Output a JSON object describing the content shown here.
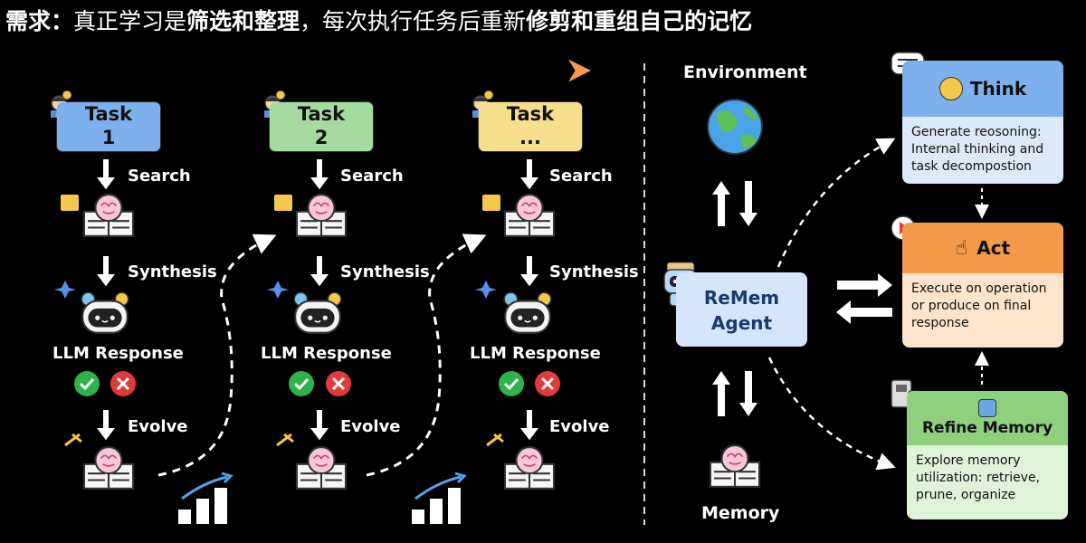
{
  "title": {
    "prefix": "需求：",
    "part1": "真正学习是",
    "bold1": "筛选和整理",
    "part2": "，每次执行任务后重新",
    "bold2": "修剪和重组自己的记忆"
  },
  "tasks": [
    {
      "label": "Task",
      "index": "1",
      "color": "#7fb0ee"
    },
    {
      "label": "Task",
      "index": "2",
      "color": "#a6dba0"
    },
    {
      "label": "Task",
      "index": "...",
      "color": "#f6df8c"
    }
  ],
  "steps": {
    "search": "Search",
    "synthesis": "Synthesis",
    "response": "LLM Response",
    "evolve": "Evolve"
  },
  "right": {
    "environment": "Environment",
    "memory": "Memory",
    "agent_line1": "ReMem",
    "agent_line2": "Agent",
    "think": {
      "title": "Think",
      "body": "Generate reosoning: Internal thinking and task decompostion",
      "color": "#7fb0ee",
      "body_color": "#dce9f9"
    },
    "act": {
      "title": "Act",
      "body": "Execute on operation or produce on final response",
      "color": "#f29a4a",
      "body_color": "#fde4cc"
    },
    "refine": {
      "title": "Refine Memory",
      "body": "Explore memory utilization: retrieve, prune, organize",
      "color": "#8fd07f",
      "body_color": "#dff3d8"
    }
  },
  "icons": [
    "person-icon",
    "brain-book-icon",
    "robot-face-icon",
    "sparkle-icon",
    "check-icon",
    "cross-icon",
    "bar-chart-icon",
    "globe-icon",
    "robot-agent-icon",
    "bulb-icon",
    "pointer-icon",
    "database-icon",
    "play-icon",
    "speech-bubble-icon"
  ]
}
